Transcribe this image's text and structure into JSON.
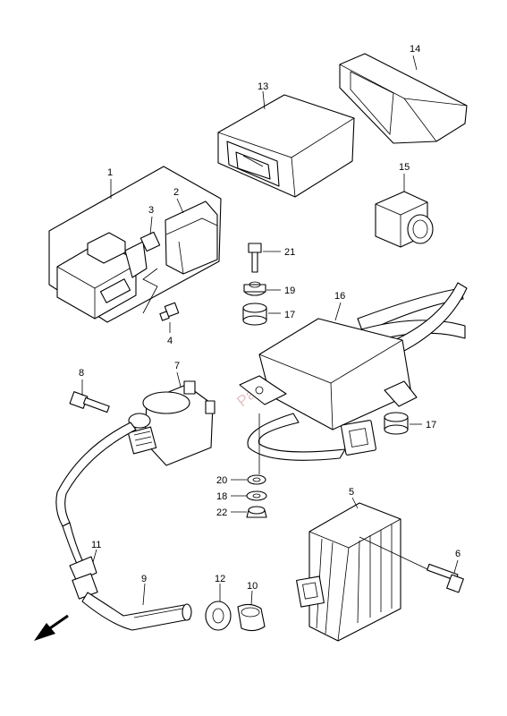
{
  "callouts": {
    "c1": "1",
    "c2": "2",
    "c3": "3",
    "c4": "4",
    "c5": "5",
    "c6": "6",
    "c7": "7",
    "c8": "8",
    "c9": "9",
    "c10": "10",
    "c11": "11",
    "c12": "12",
    "c13": "13",
    "c14": "14",
    "c15": "15",
    "c16": "16",
    "c17a": "17",
    "c17b": "17",
    "c18": "18",
    "c19": "19",
    "c20": "20",
    "c21": "21",
    "c22": "22"
  },
  "watermark": "PartsRepublik"
}
